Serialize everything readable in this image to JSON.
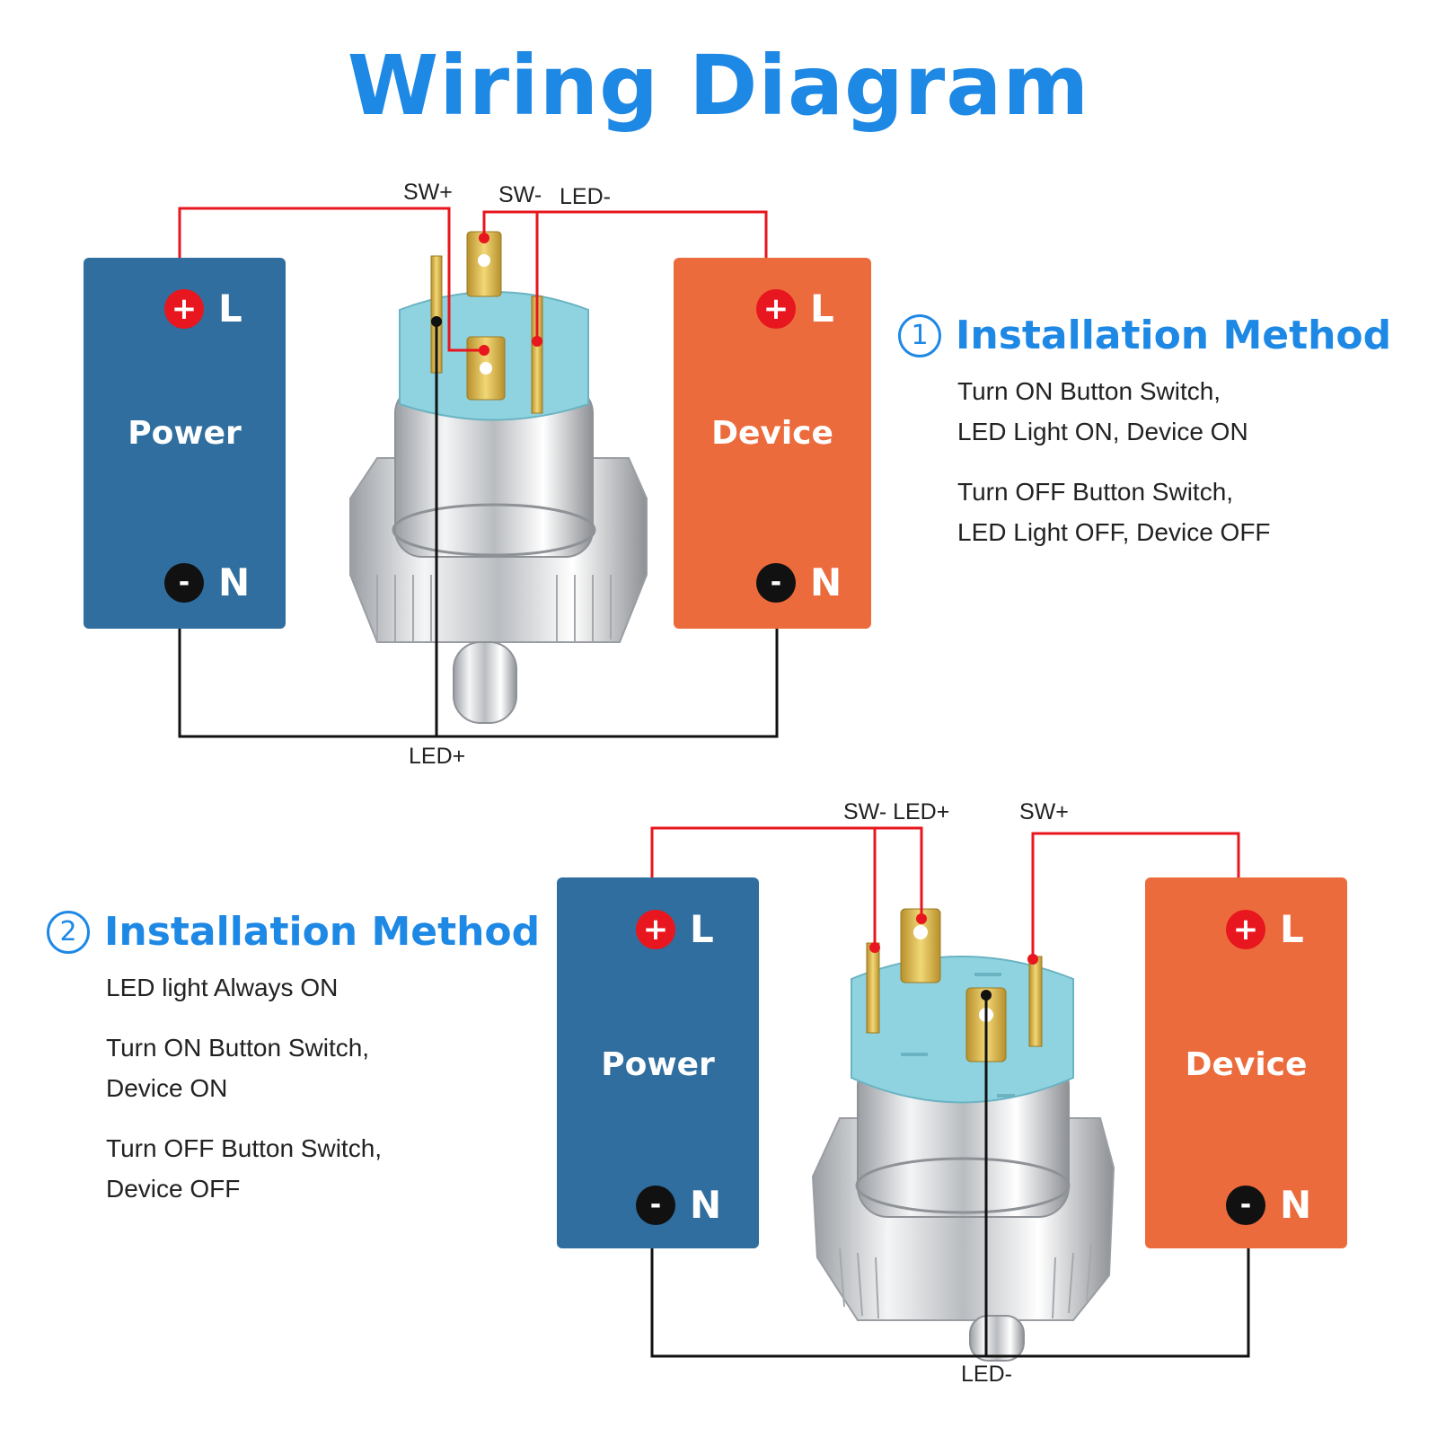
{
  "title": "Wiring Diagram",
  "diagram1": {
    "power": {
      "name": "Power",
      "plus_letter": "L",
      "minus_letter": "N"
    },
    "device": {
      "name": "Device",
      "plus_letter": "L",
      "minus_letter": "N"
    },
    "pin_labels": {
      "sw_plus": "SW+",
      "sw_minus": "SW-",
      "led_minus": "LED-",
      "led_plus": "LED+"
    }
  },
  "method1": {
    "number": "1",
    "heading": "Installation Method",
    "lines": [
      "Turn ON Button Switch,",
      "LED Light ON, Device ON",
      "Turn OFF Button Switch,",
      "LED Light OFF, Device OFF"
    ]
  },
  "diagram2": {
    "power": {
      "name": "Power",
      "plus_letter": "L",
      "minus_letter": "N"
    },
    "device": {
      "name": "Device",
      "plus_letter": "L",
      "minus_letter": "N"
    },
    "pin_labels": {
      "sw_minus_led_plus": "SW- LED+",
      "sw_plus": "SW+",
      "led_minus": "LED-"
    }
  },
  "method2": {
    "number": "2",
    "heading": "Installation Method",
    "lines": [
      "LED light Always ON",
      "Turn ON Button Switch,",
      "Device ON",
      "Turn OFF Button Switch,",
      "Device OFF"
    ]
  },
  "colors": {
    "title": "#1e88e5",
    "power_box": "#2f6e9e",
    "device_box": "#ec6b3c",
    "wire_red": "#e8161e",
    "wire_black": "#111111",
    "switch_cap": "#8fd3e0",
    "terminal": "#d9b44a"
  }
}
